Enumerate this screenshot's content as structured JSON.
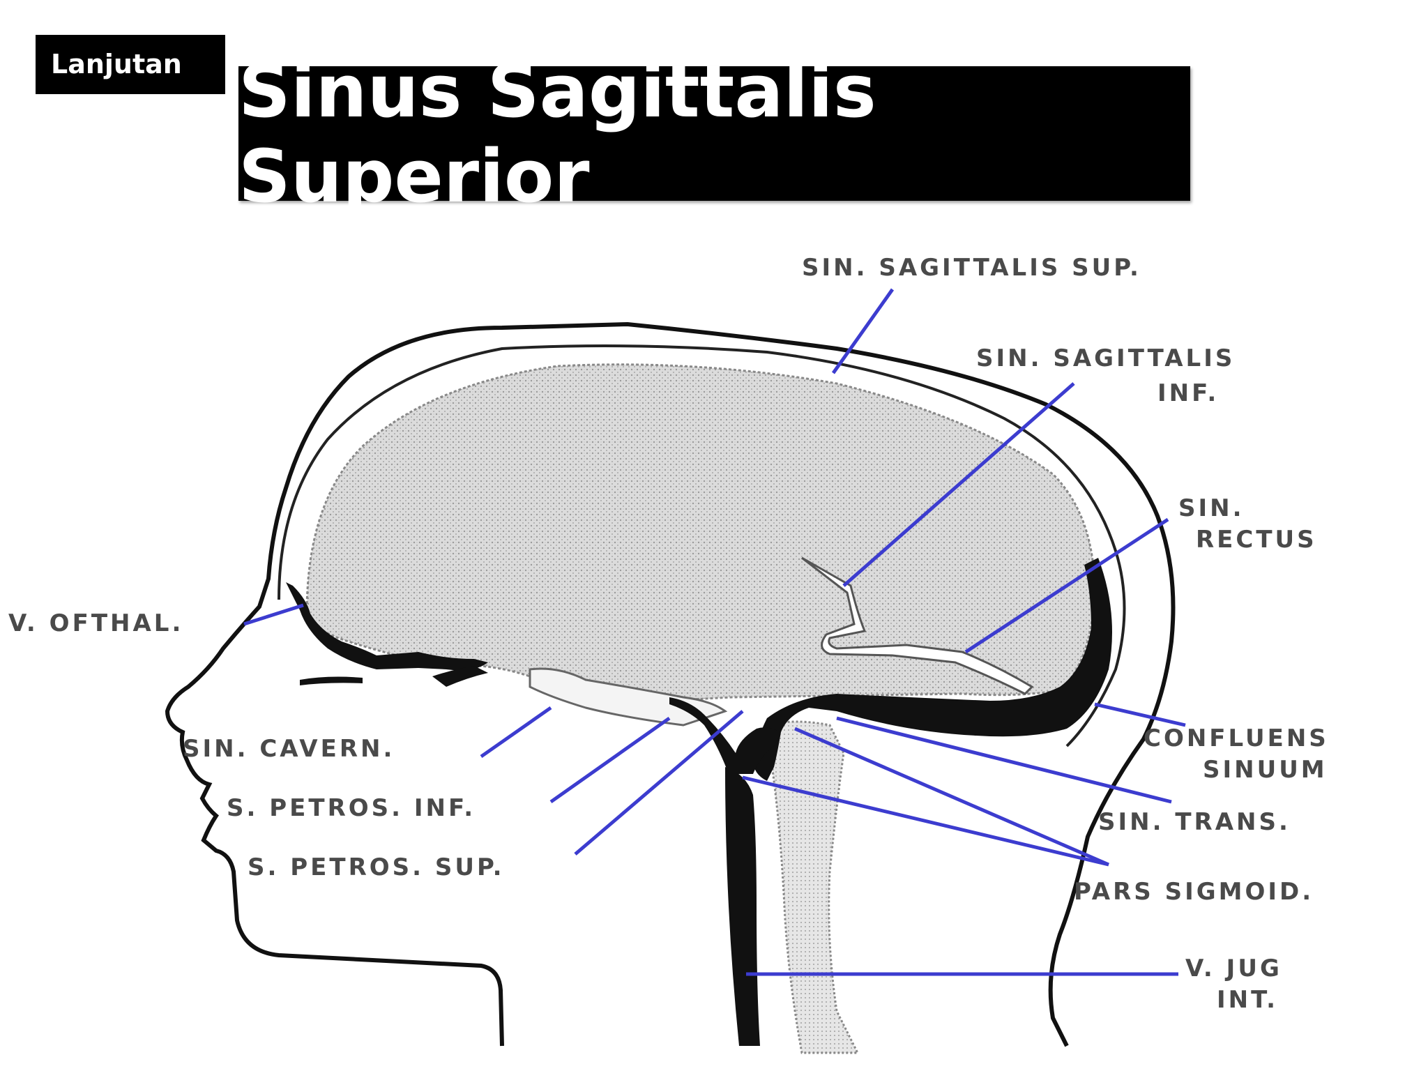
{
  "header": {
    "badge": "Lanjutan",
    "title": "Sinus Sagittalis Superior"
  },
  "labels": {
    "sin_sag_sup": "SIN. SAGITTALIS SUP.",
    "sin_sag_inf_1": "SIN. SAGITTALIS",
    "sin_sag_inf_2": "INF.",
    "sin_rectus_1": "SIN.",
    "sin_rectus_2": "RECTUS",
    "v_ofthal": "V. OFTHAL.",
    "confluens_1": "CONFLUENS",
    "confluens_2": "SINUUM",
    "sin_cavern": "SIN. CAVERN.",
    "s_petros_inf": "S. PETROS. INF.",
    "s_petros_sup": "S. PETROS. SUP.",
    "sin_trans": "SIN. TRANS.",
    "pars_sigmoid": "PARS SIGMOID.",
    "v_jug_1": "V. JUG",
    "v_jug_2": "INT."
  },
  "colors": {
    "leader": "#3c3ccf",
    "outline": "#111111",
    "brain_fill": "#d8d8d8",
    "label_text": "#4a4a4a"
  }
}
